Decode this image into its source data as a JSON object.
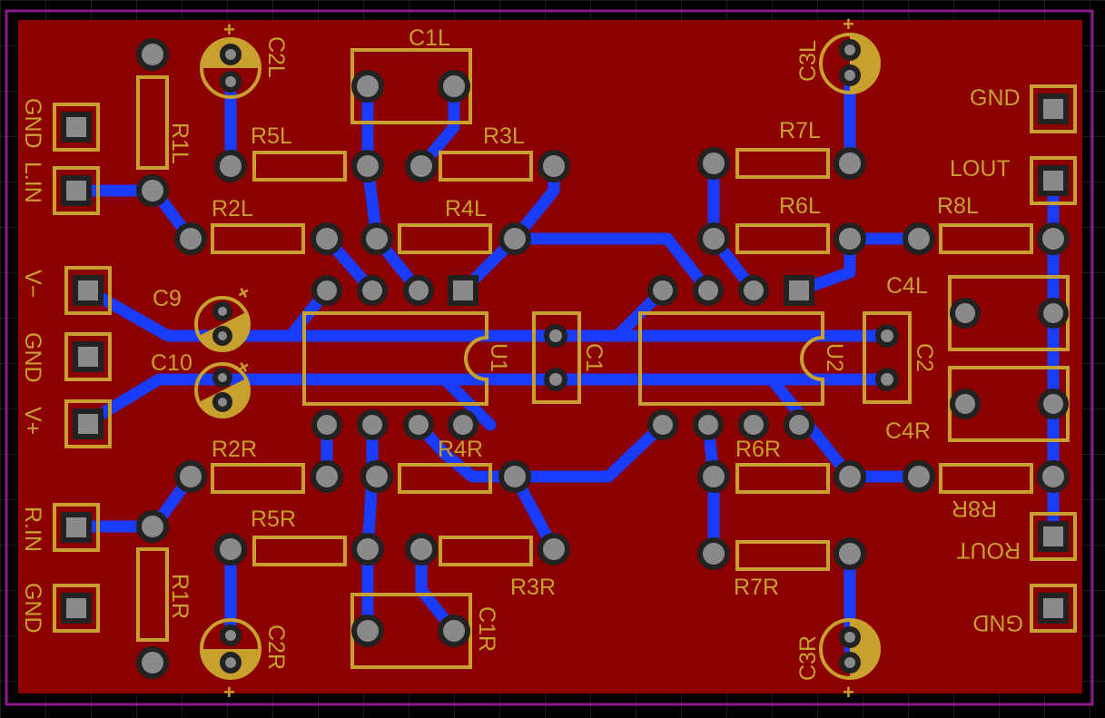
{
  "board": {
    "copper": "#8b0000",
    "trace": "#1a3cff",
    "silkscreen": "#c8a02e",
    "pad": "#8a8a8a",
    "outline": "#8b1a8b",
    "background": "#000000"
  },
  "connectors": {
    "gnd_top_left": "GND",
    "l_in": "L.IN",
    "v_minus": "V−",
    "gnd_mid": "GND",
    "v_plus": "V+",
    "r_in": "R.IN",
    "gnd_bottom_left": "GND",
    "gnd_top_right": "GND",
    "lout": "LOUT",
    "rout": "ROUT",
    "gnd_bottom_right": "GND"
  },
  "components": {
    "r1l": "R1L",
    "r2l": "R2L",
    "r3l": "R3L",
    "r4l": "R4L",
    "r5l": "R5L",
    "r6l": "R6L",
    "r7l": "R7L",
    "r8l": "R8L",
    "r1r": "R1R",
    "r2r": "R2R",
    "r3r": "R3R",
    "r4r": "R4R",
    "r5r": "R5R",
    "r6r": "R6R",
    "r7r": "R7R",
    "r8r": "R8R",
    "c1l": "C1L",
    "c2l": "C2L",
    "c3l": "C3L",
    "c4l": "C4L",
    "c1r": "C1R",
    "c2r": "C2R",
    "c3r": "C3R",
    "c4r": "C4R",
    "c1": "C1",
    "c2": "C2",
    "c9": "C9",
    "c10": "C10",
    "u1": "U1",
    "u2": "U2"
  },
  "polarity": {
    "plus": "+"
  }
}
